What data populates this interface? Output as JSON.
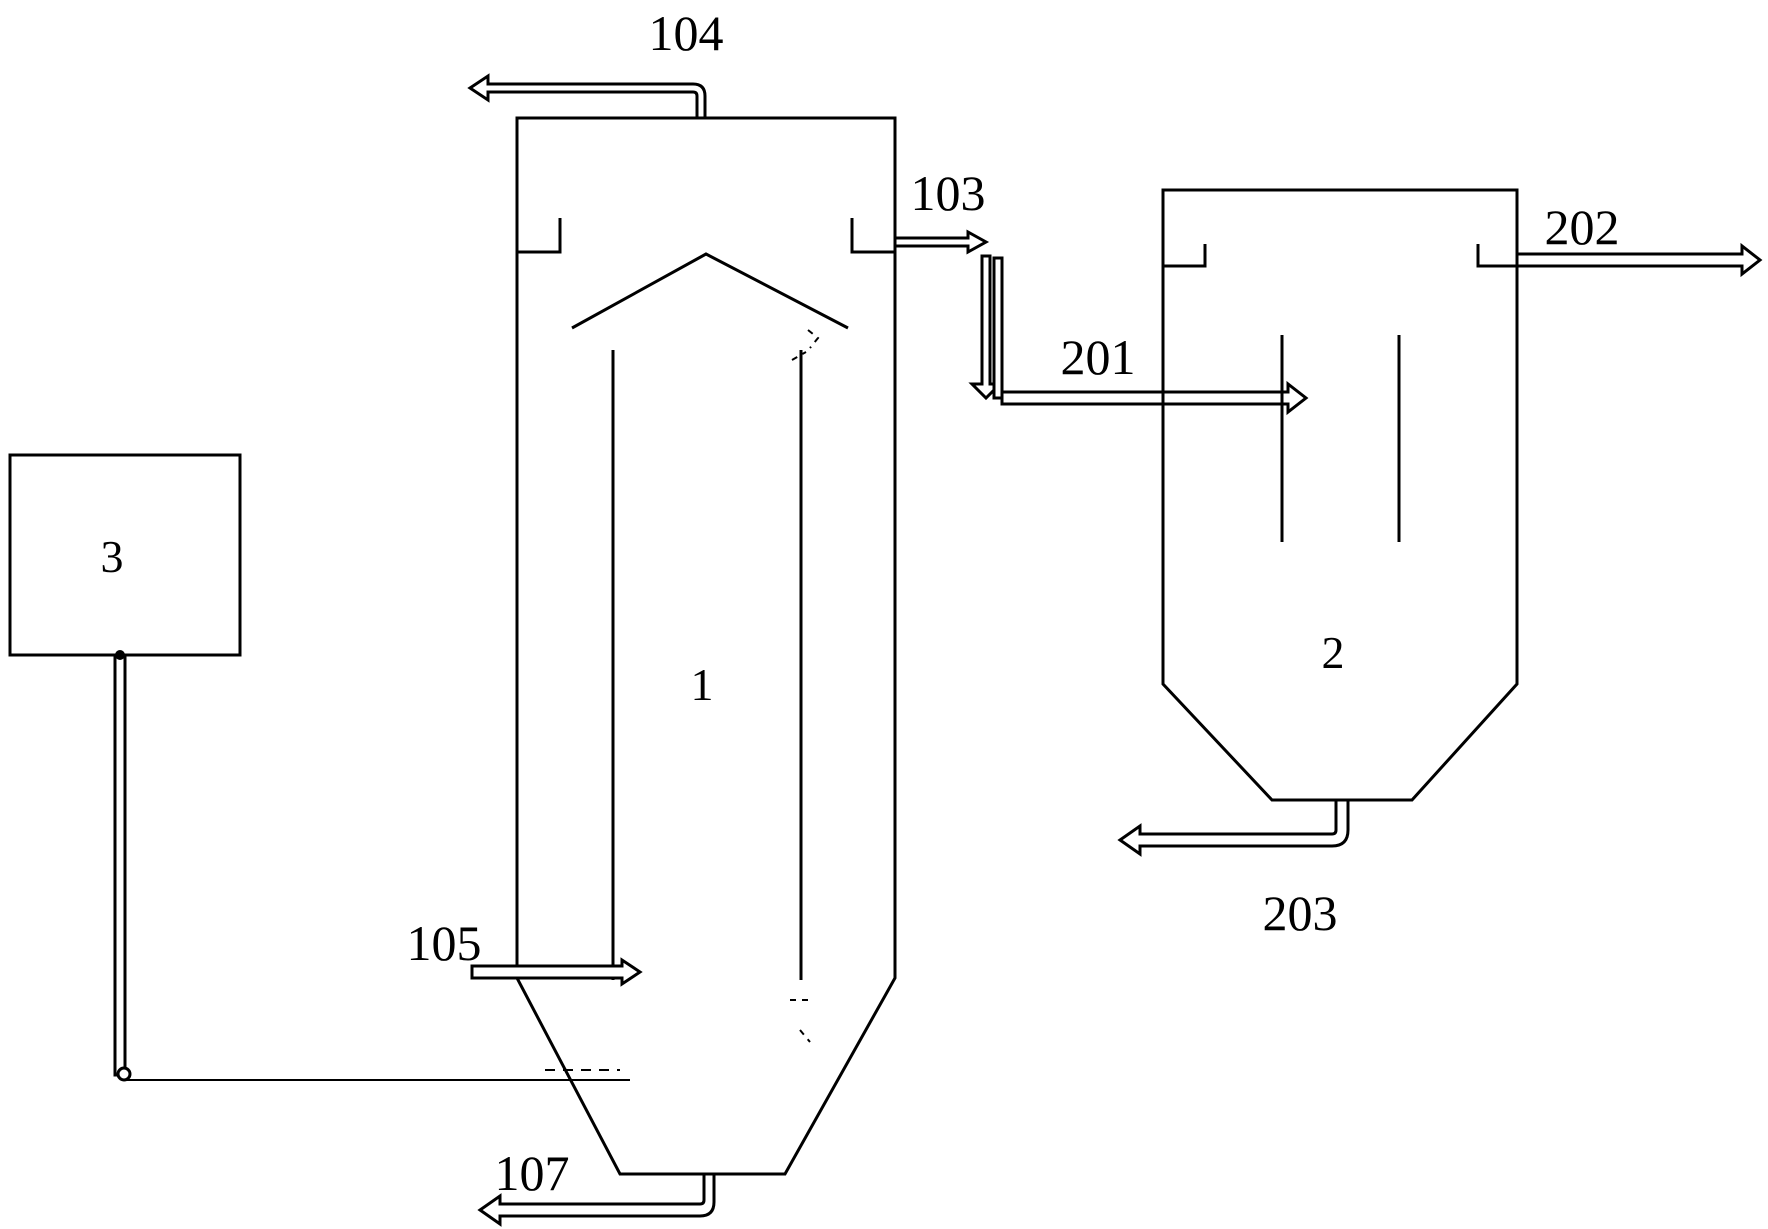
{
  "units": {
    "unit_1": "1",
    "unit_2": "2",
    "unit_3": "3"
  },
  "labels": {
    "l104": "104",
    "l103": "103",
    "l105": "105",
    "l107": "107",
    "l201": "201",
    "l202": "202",
    "l203": "203"
  }
}
